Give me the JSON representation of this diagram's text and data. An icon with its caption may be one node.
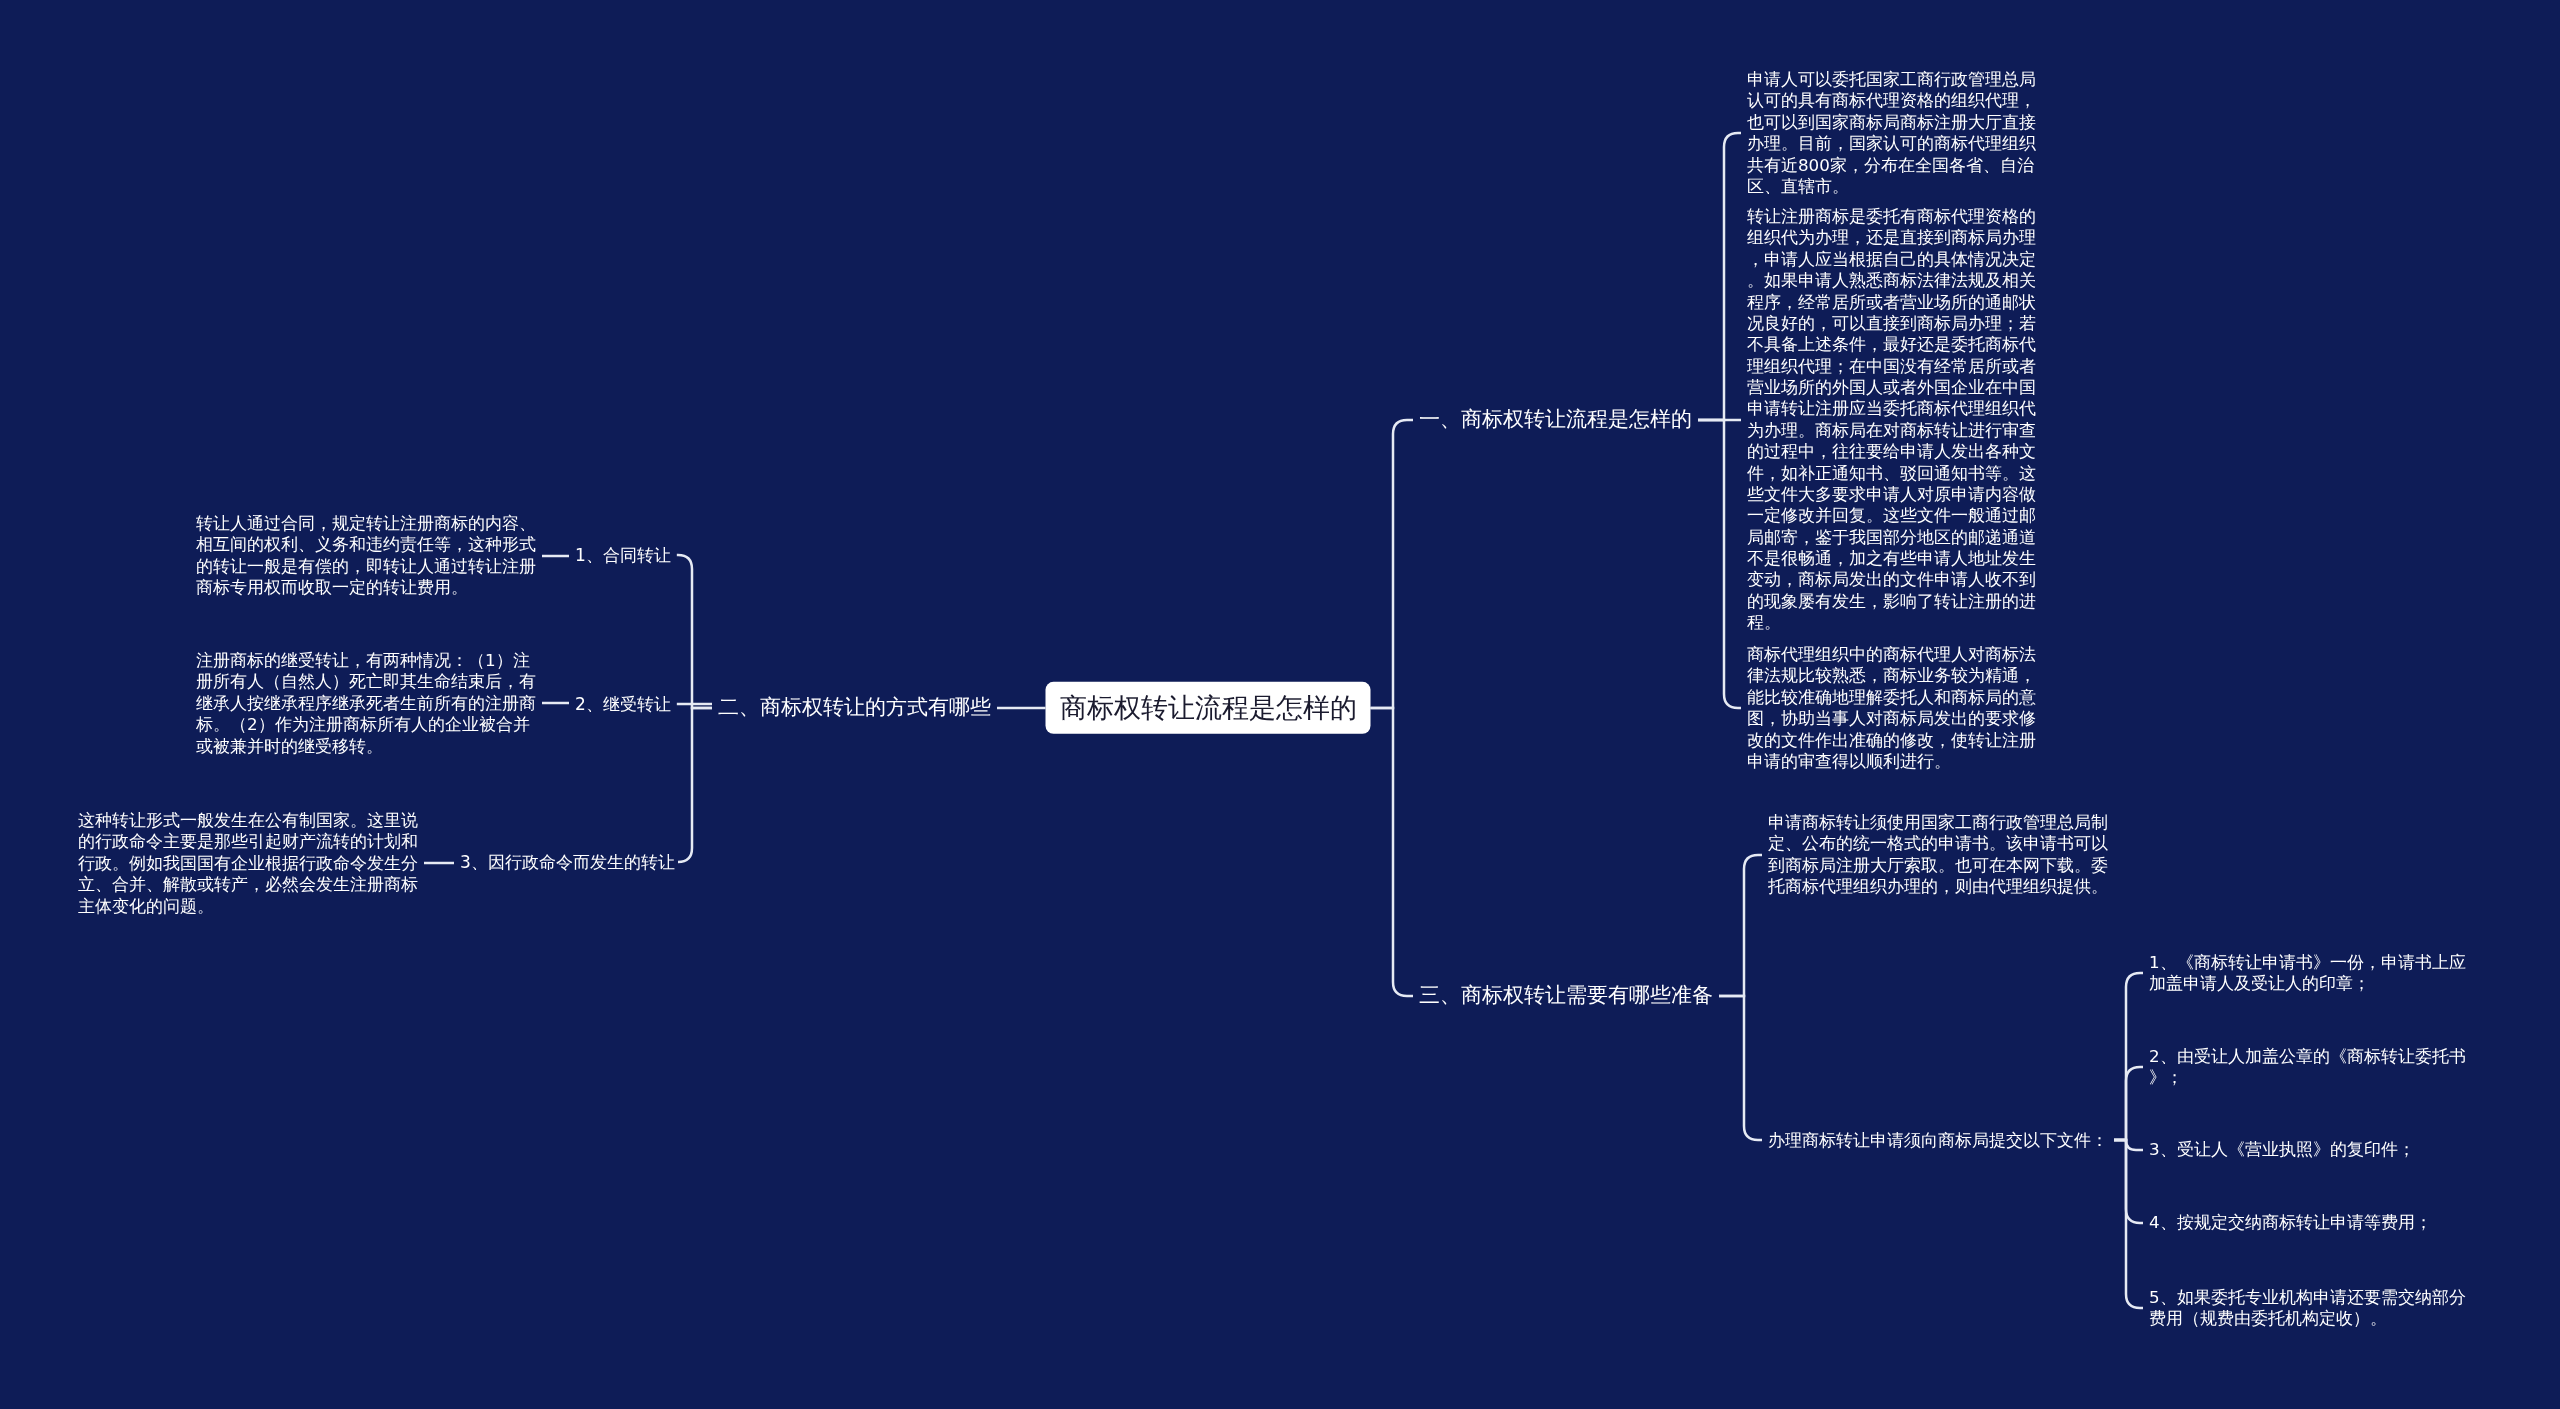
{
  "diagram": {
    "nodes": [
      {
        "text": [
          "商标权转让流程是怎样的"
        ]
      },
      {
        "text": [
          "一、商标权转让流程是怎样的"
        ]
      },
      {
        "text": [
          "二、商标权转让的方式有哪些"
        ]
      },
      {
        "text": [
          "三、商标权转让需要有哪些准备"
        ]
      },
      {
        "text": [
          "申请人可以委托国家工商行政管理总局认可的具有商标代理资格的组织代理，也可以到国家商标局商标注册大厅直接办理。目前，国家认可的商标代理组织共有近800家，分布在全国各省、自治区、直辖市。"
        ]
      },
      {
        "text": [
          "转让注册商标是委托有商标代理资格的组织代为办理，还是直接到商标局办理，申请人应当根据自己的具体情况决定。如果申请人熟悉商标法律法规及相关程序，经常居所或者营业场所的通邮状况良好的，可以直接到商标局办理；若不具备上述条件，最好还是委托商标代理组织代理；在中国没有经常居所或者营业场所的外国人或者外国企业在中国申请转让注册应当委托商标代理组织代为办理。商标局在对商标转让进行审查的过程中，往往要给申请人发出各种文件，如补正通知书、驳回通知书等。这些文件大多要求申请人对原申请内容做一定修改并回复。这些文件一般通过邮局邮寄，鉴于我国部分地区的邮递通道不是很畅通，加之有些申请人地址发生变动，商标局发出的文件申请人收不到的现象屡有发生，影响了转让注册的进程。"
        ]
      },
      {
        "text": [
          "商标代理组织中的商标代理人对商标法律法规比较熟悉，商标业务较为精通，能比较准确地理解委托人和商标局的意图，协助当事人对商标局发出的要求修改的文件作出准确的修改，使转让注册申请的审查得以顺利进行。"
        ]
      },
      {
        "text": [
          "1、合同转让"
        ]
      },
      {
        "text": [
          "2、继受转让"
        ]
      },
      {
        "text": [
          "3、因行政命令而发生的转让"
        ]
      },
      {
        "text": [
          "转让人通过合同，规定转让注册商标的内容、相互间的权利、义务和违约责任等，这种形式的转让一般是有偿的，即转让人通过转让注册商标专用权而收取一定的转让费用。"
        ]
      },
      {
        "text": [
          "注册商标的继受转让，有两种情况：（1）注册所有人（自然人）死亡即其生命结束后，有继承人按继承程序继承死者生前所有的注册商标。（2）作为注册商标所有人的企业被合并或被兼并时的继受移转。"
        ]
      },
      {
        "text": [
          "这种转让形式一般发生在公有制国家。这里说的行政命令主要是那些引起财产流转的计划和行政。例如我国国有企业根据行政命令发生分立、合并、解散或转产，必然会发生注册商标主体变化的问题。"
        ]
      },
      {
        "text": [
          "申请商标转让须使用国家工商行政管理总局制定、公布的统一格式的申请书。该申请书可以到商标局注册大厅索取。也可在本网下载。委托商标代理组织办理的，则由代理组织提供。"
        ]
      },
      {
        "text": [
          "办理商标转让申请须向商标局提交以下文件："
        ]
      },
      {
        "text": [
          "1、《商标转让申请书》一份，申请书上应加盖申请人及受让人的印章；"
        ]
      },
      {
        "text": [
          "2、由受让人加盖公章的《商标转让委托书》；"
        ]
      },
      {
        "text": [
          "3、受让人《营业执照》的复印件；"
        ]
      },
      {
        "text": [
          "4、按规定交纳商标转让申请等费用；"
        ]
      },
      {
        "text": [
          "5、如果委托专业机构申请还要需交纳部分费用（规费由委托机构定收）。"
        ]
      }
    ],
    "edges": [
      {
        "from": 0,
        "to": 1,
        "arrow": "none"
      },
      {
        "from": 0,
        "to": 2,
        "arrow": "none"
      },
      {
        "from": 0,
        "to": 3,
        "arrow": "none"
      },
      {
        "from": 1,
        "to": 4,
        "arrow": "none"
      },
      {
        "from": 1,
        "to": 5,
        "arrow": "none"
      },
      {
        "from": 1,
        "to": 6,
        "arrow": "none"
      },
      {
        "from": 2,
        "to": 7,
        "arrow": "none"
      },
      {
        "from": 2,
        "to": 8,
        "arrow": "none"
      },
      {
        "from": 2,
        "to": 9,
        "arrow": "none"
      },
      {
        "from": 7,
        "to": 10,
        "arrow": "none"
      },
      {
        "from": 8,
        "to": 11,
        "arrow": "none"
      },
      {
        "from": 9,
        "to": 12,
        "arrow": "none"
      },
      {
        "from": 3,
        "to": 13,
        "arrow": "none"
      },
      {
        "from": 3,
        "to": 14,
        "arrow": "none"
      },
      {
        "from": 14,
        "to": 15,
        "arrow": "none"
      },
      {
        "from": 14,
        "to": 16,
        "arrow": "none"
      },
      {
        "from": 14,
        "to": 17,
        "arrow": "none"
      },
      {
        "from": 14,
        "to": 18,
        "arrow": "none"
      },
      {
        "from": 14,
        "to": 19,
        "arrow": "none"
      }
    ]
  }
}
